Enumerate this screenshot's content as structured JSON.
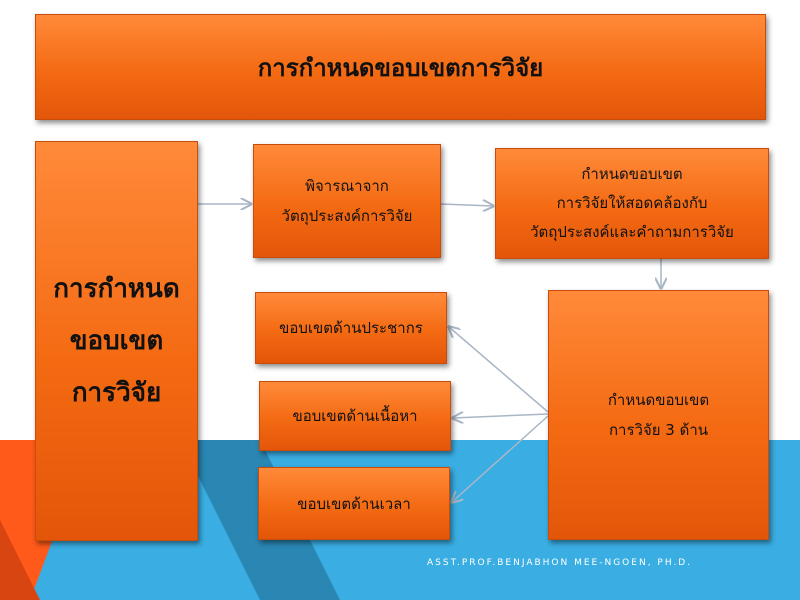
{
  "title": "การกำหนดขอบเขตการวิจัย",
  "left_box": {
    "lines": [
      "การกำหนด",
      "ขอบเขต",
      "การวิจัย"
    ]
  },
  "box_consider": {
    "lines": [
      "พิจารณาจาก",
      "วัตถุประสงค์การวิจัย"
    ]
  },
  "box_define": {
    "lines": [
      "กำหนดขอบเขต",
      "การวิจัยให้สอดคล้องกับ",
      "วัตถุประสงค์และคำถามการวิจัย"
    ]
  },
  "box_population": {
    "label": "ขอบเขตด้านประชากร"
  },
  "box_content": {
    "label": "ขอบเขตด้านเนื้อหา"
  },
  "box_time": {
    "label": "ขอบเขตด้านเวลา"
  },
  "box_three": {
    "lines": [
      "กำหนดขอบเขต",
      "การวิจัย 3 ด้าน"
    ]
  },
  "credit": "ASST.PROF.BENJABHON MEE-NGOEN, PH.D.",
  "colors": {
    "box": "#f46a12",
    "background_blue": "#3aaee3",
    "background_dark_blue": "#2a86b3",
    "arrow": "#a9b6c6"
  }
}
